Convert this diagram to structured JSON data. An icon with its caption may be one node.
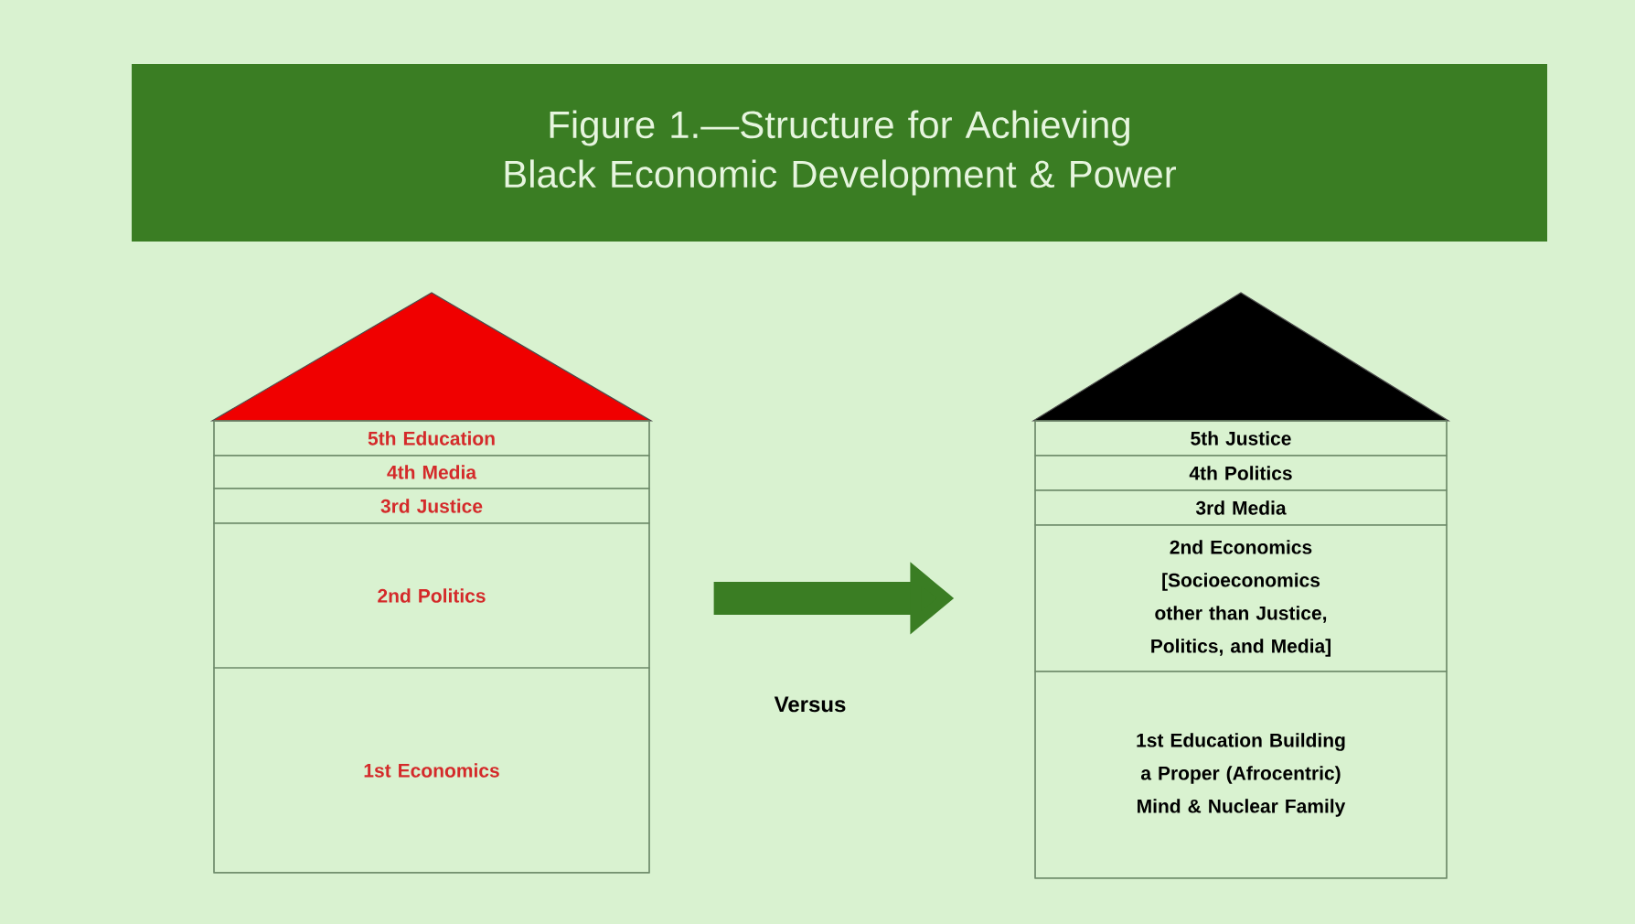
{
  "diagram": {
    "title": "Figure 1.—Structure for Achieving Black Economic Development  & Power",
    "nodes": [
      {
        "text": [],
        "shape": "house"
      },
      {
        "text": [
          "5th Education"
        ],
        "in": 0
      },
      {
        "text": [
          "4th Media"
        ],
        "in": 0
      },
      {
        "text": [
          "3rd Justice"
        ],
        "in": 0
      },
      {
        "text": [
          "2nd Politics"
        ],
        "in": 0
      },
      {
        "text": [
          "1st Economics"
        ],
        "in": 0
      },
      {
        "text": [],
        "shape": "house"
      },
      {
        "text": [
          "5th Justice"
        ],
        "in": 6
      },
      {
        "text": [
          "4th Politics"
        ],
        "in": 6
      },
      {
        "text": [
          "3rd Media"
        ],
        "in": 6
      },
      {
        "text": [
          "2nd Economics [Socioeconomics other than Justice, Politics, and Media]"
        ],
        "in": 6
      },
      {
        "text": [
          "1st Education Building a Proper (Afrocentric) Mind & Nuclear Family"
        ],
        "in": 6
      }
    ],
    "edges": [
      {
        "from": 0,
        "to": 6,
        "arrow": "to",
        "label": "Versus",
        "color": "#3a7d23"
      }
    ]
  }
}
